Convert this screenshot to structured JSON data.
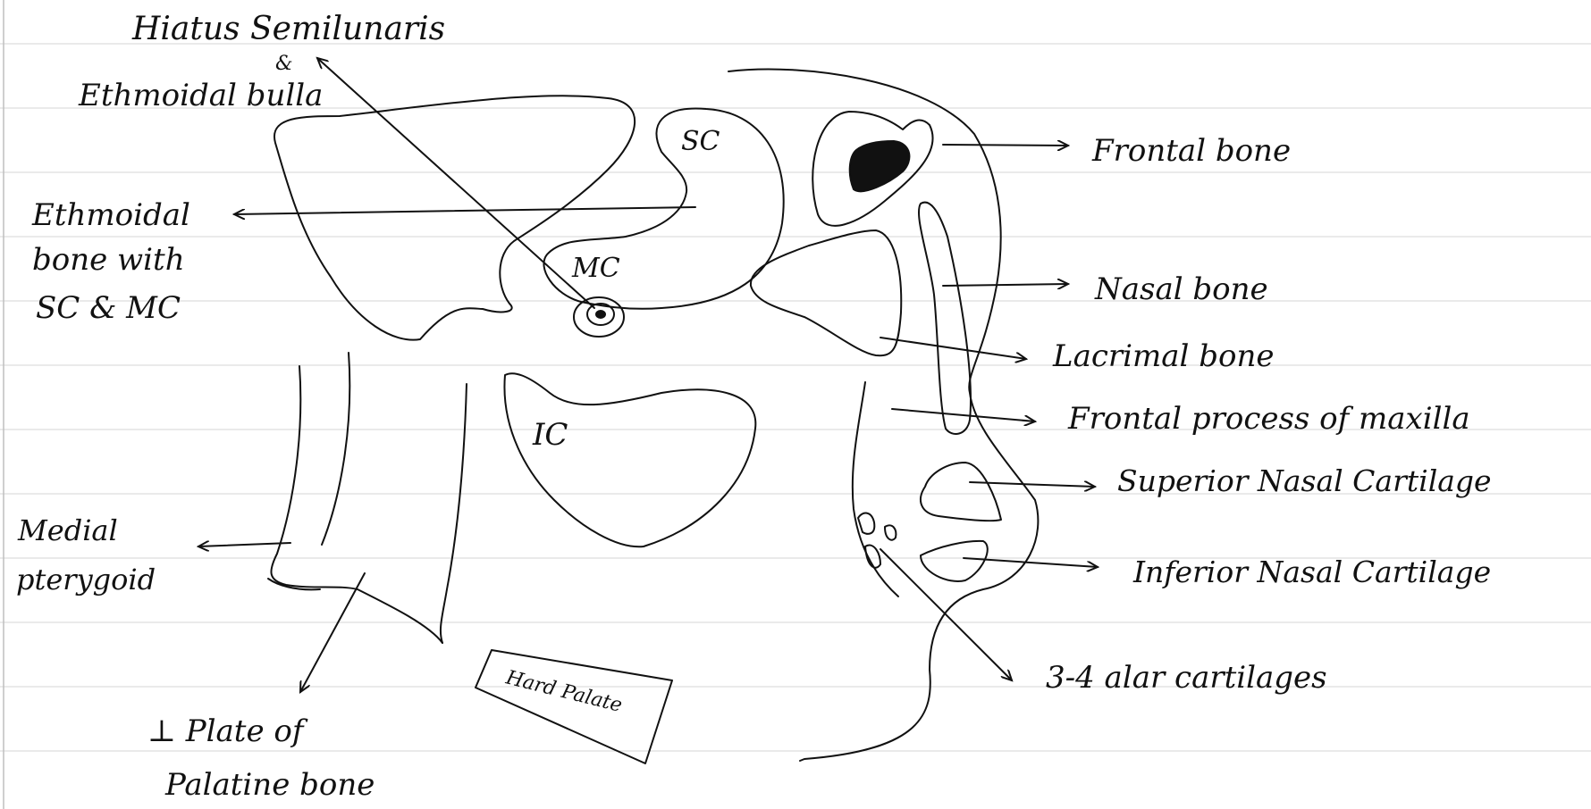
{
  "colors": {
    "ink": "#111111",
    "paper": "#ffffff",
    "rule": "#d6d6d6"
  },
  "labels": {
    "hiatus_semilunaris": "Hiatus Semilunaris",
    "and_1": "&",
    "ethmoidal_bulla": "Ethmoidal bulla",
    "ethmoidal_bone_l1": "Ethmoidal",
    "ethmoidal_bone_l2": "bone with",
    "ethmoidal_bone_l3": "SC & MC",
    "medial_l1": "Medial",
    "medial_l2": "pterygoid",
    "perp_plate_l1": "⊥ Plate of",
    "perp_plate_l2": "Palatine bone",
    "frontal_bone": "Frontal bone",
    "nasal_bone": "Nasal bone",
    "lacrimal_bone": "Lacrimal bone",
    "frontal_process": "Frontal process of maxilla",
    "superior_nasal_cartilage": "Superior Nasal Cartilage",
    "inferior_nasal_cartilage": "Inferior Nasal Cartilage",
    "alar_cartilages": "3-4 alar cartilages",
    "sc": "SC",
    "mc": "MC",
    "ic": "IC",
    "hard_palate": "Hard Palate"
  }
}
